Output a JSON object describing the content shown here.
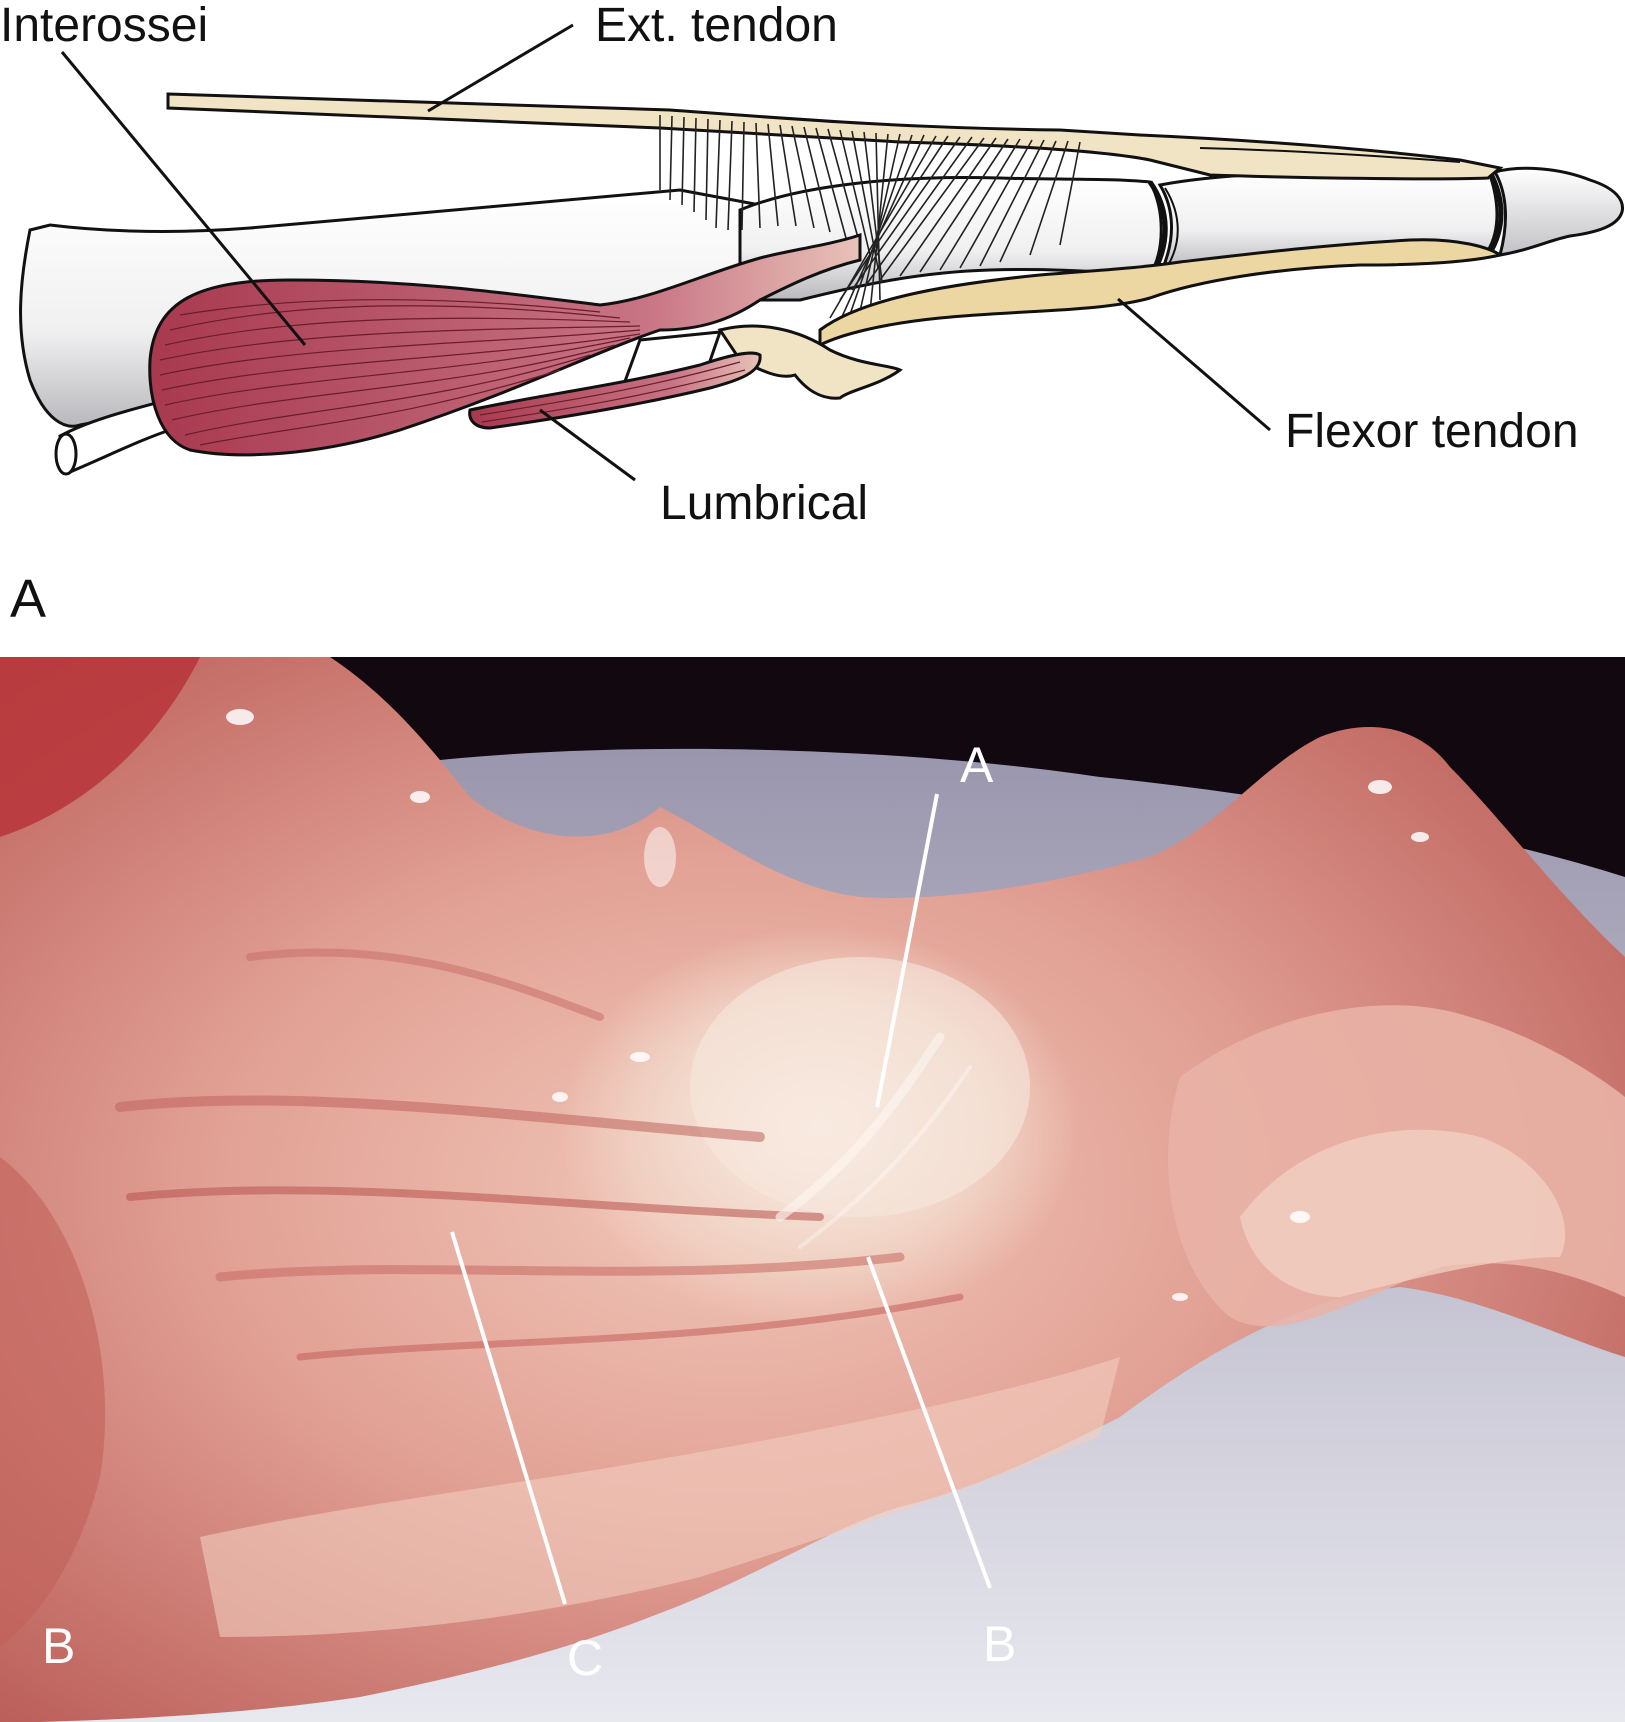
{
  "panel_a": {
    "panel_label": "A",
    "labels": {
      "interossei": "Interossei",
      "ext_tendon": "Ext. tendon",
      "flexor_tendon": "Flexor tendon",
      "lumbrical": "Lumbrical"
    },
    "colors": {
      "bone": "#f1f1f2",
      "muscle": "#b84a5e",
      "tendon": "#f1e4c4",
      "flexor": "#ecd6a1",
      "outline": "#111111"
    }
  },
  "panel_b": {
    "panel_label": "B",
    "labels": {
      "a": "A",
      "b": "B",
      "c": "C"
    },
    "colors": {
      "background": "#120810",
      "tissue": "#d8877f",
      "tendon_highlight": "#f3ddd0",
      "cloth": "#cfcfdc",
      "leader": "#ffffff"
    }
  }
}
